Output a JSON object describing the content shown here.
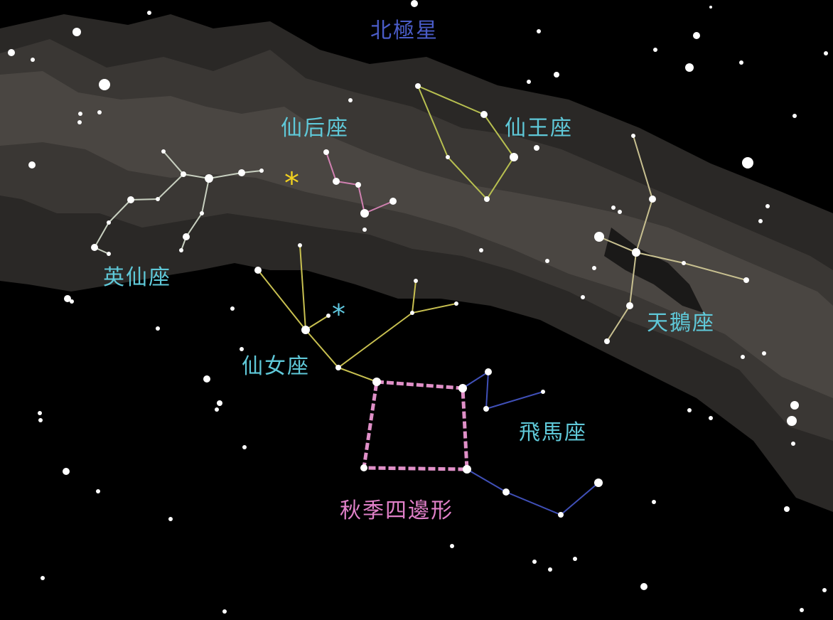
{
  "title": "",
  "labels": {
    "polaris": "北極星",
    "cassiopeia": "仙后座",
    "cepheus": "仙王座",
    "perseus": "英仙座",
    "cygnus": "天鵝座",
    "andromeda": "仙女座",
    "pegasus": "飛馬座",
    "square": "秋季四邊形"
  },
  "markers": {
    "asterisk": "*"
  },
  "colors": {
    "sky": "#000000",
    "milky_way_outer": "#2a2826",
    "milky_way_mid": "#3a3734",
    "milky_way_inner": "#4a4642",
    "constellation_label": "#5fc8d8",
    "polaris_label": "#4a5cc8",
    "square_label": "#e080c8",
    "andromeda_line": "#c8c050",
    "cassiopeia_line": "#d080b0",
    "pegasus_line": "#4050b8",
    "square_line": "#e090c8",
    "cepheus_line": "#b8c050",
    "cygnus_line": "#c8c090",
    "perseus_line": "#c8d0c0",
    "yellow_marker": "#f0d020",
    "cyan_marker": "#60c8e0"
  }
}
